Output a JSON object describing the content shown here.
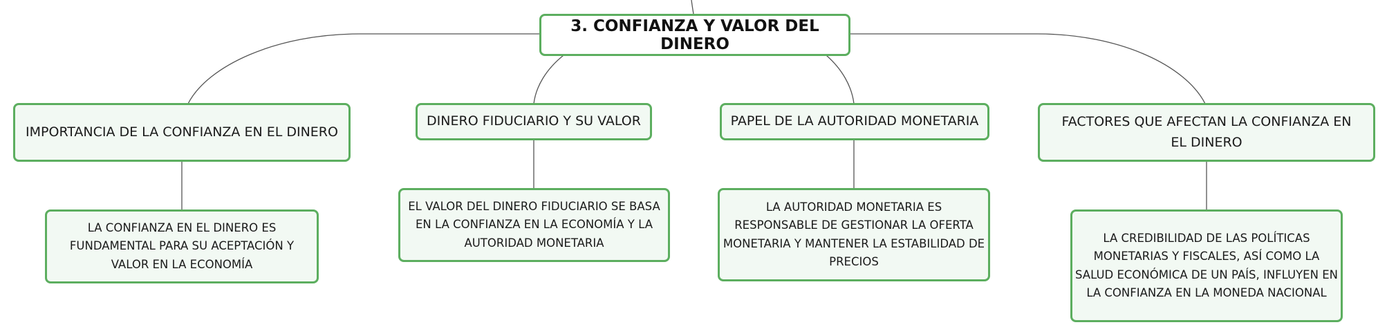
{
  "root": {
    "label": "3. CONFIANZA Y VALOR DEL DINERO"
  },
  "branches": [
    {
      "topic": "IMPORTANCIA DE LA CONFIANZA EN EL DINERO",
      "detail": "LA CONFIANZA EN EL DINERO ES FUNDAMENTAL PARA SU ACEPTACIÓN Y VALOR EN LA ECONOMÍA"
    },
    {
      "topic": "DINERO FIDUCIARIO Y SU VALOR",
      "detail": "EL VALOR DEL DINERO FIDUCIARIO SE BASA EN LA CONFIANZA EN LA ECONOMÍA Y LA AUTORIDAD MONETARIA"
    },
    {
      "topic": "PAPEL DE LA AUTORIDAD MONETARIA",
      "detail": "LA AUTORIDAD MONETARIA ES RESPONSABLE DE GESTIONAR LA OFERTA MONETARIA Y MANTENER LA ESTABILIDAD DE PRECIOS"
    },
    {
      "topic": "FACTORES QUE AFECTAN LA CONFIANZA EN EL DINERO",
      "detail": "LA CREDIBILIDAD DE LAS POLÍTICAS MONETARIAS Y FISCALES, ASÍ COMO LA SALUD ECONÓMICA DE UN PAÍS, INFLUYEN EN LA CONFIANZA EN LA MONEDA NACIONAL"
    }
  ],
  "colors": {
    "border": "#5cae5f",
    "fill": "#f2f9f3",
    "connector": "#555555"
  }
}
